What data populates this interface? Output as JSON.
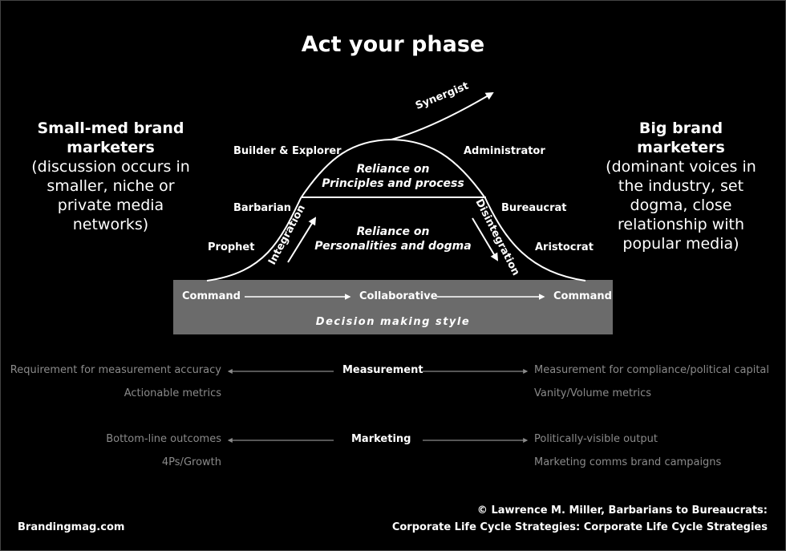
{
  "title": "Act your phase",
  "left_panel": {
    "heading_line1": "Small-med brand",
    "heading_line2": "marketers",
    "note_lines": [
      "(discussion occurs in",
      "smaller, niche or",
      "private media",
      "networks)"
    ]
  },
  "right_panel": {
    "heading_line1": "Big brand",
    "heading_line2": "marketers",
    "note_lines": [
      "(dominant voices in",
      "the industry, set",
      "dogma, close",
      "relationship with",
      "popular media)"
    ]
  },
  "curve_labels": {
    "synergist": "Synergist",
    "builder": "Builder & Explorer",
    "administrator": "Administrator",
    "barbarian": "Barbarian",
    "bureaucrat": "Bureaucrat",
    "prophet": "Prophet",
    "aristocrat": "Aristocrat",
    "integration": "Integration",
    "disintegration": "Disintegration",
    "upper_zone_line1": "Reliance on",
    "upper_zone_line2": "Principles and process",
    "lower_zone_line1": "Reliance on",
    "lower_zone_line2": "Personalities and dogma"
  },
  "decision_bar": {
    "left": "Command",
    "middle": "Collaborative",
    "right": "Command",
    "caption": "Decision making style"
  },
  "measurement": {
    "label": "Measurement",
    "left_line1": "Requirement for measurement accuracy",
    "left_line2": "Actionable metrics",
    "right_line1": "Measurement for compliance/political capital",
    "right_line2": "Vanity/Volume metrics"
  },
  "marketing": {
    "label": "Marketing",
    "left_line1": "Bottom-line outcomes",
    "left_line2": "4Ps/Growth",
    "right_line1": "Politically-visible output",
    "right_line2": "Marketing comms brand campaigns"
  },
  "footer": {
    "site": "Brandingmag.com",
    "credit_line1": "©  Lawrence M. Miller, Barbarians to Bureaucrats:",
    "credit_line2": "Corporate Life Cycle Strategies: Corporate Life Cycle Strategies"
  },
  "colors": {
    "background": "#000000",
    "text": "#ffffff",
    "muted_text": "#8a8a8a",
    "bar": "#6b6b6b"
  }
}
